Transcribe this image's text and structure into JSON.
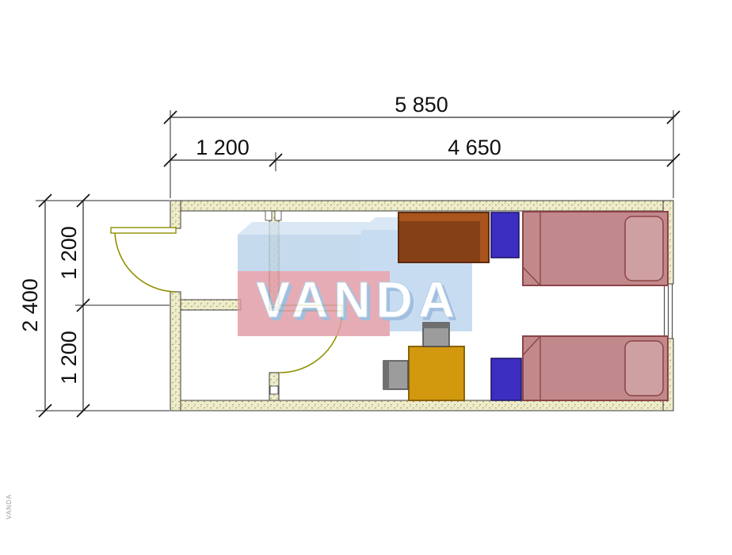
{
  "dimensions": {
    "top_total": "5 850",
    "top_left_segment": "1 200",
    "top_right_segment": "4 650",
    "side_total": "2 400",
    "side_upper_segment": "1 200",
    "side_lower_segment": "1 200"
  },
  "watermark": {
    "text": "VANDA",
    "corner_text": "VANDA"
  },
  "plan": {
    "type": "floor-plan",
    "units": "mm",
    "overall_length": 5850,
    "overall_depth": 2400,
    "entry_width": 1200,
    "main_room_width": 4650,
    "entry_upper_depth": 1200,
    "entry_lower_depth": 1200,
    "elements": [
      "exterior-door",
      "interior-door",
      "window",
      "desk",
      "nightstand-top",
      "bed-top",
      "bed-bottom",
      "nightstand-bottom",
      "table",
      "chair-top",
      "chair-left"
    ],
    "colors": {
      "wall_hatch": "#efeccb",
      "wall_line": "#3a3a3a",
      "door": "#8f9000",
      "bed_fill": "#c1898b",
      "bed_line": "#8c4346",
      "nightstand_fill": "#3d2ec2",
      "desk_fill": "#a9531d",
      "table_fill": "#d2980e",
      "chair_fill": "#9c9c9c",
      "watermark_blue": "#bdd5ee",
      "watermark_pink": "#e09aa6",
      "dimension_text": "#111111"
    }
  }
}
